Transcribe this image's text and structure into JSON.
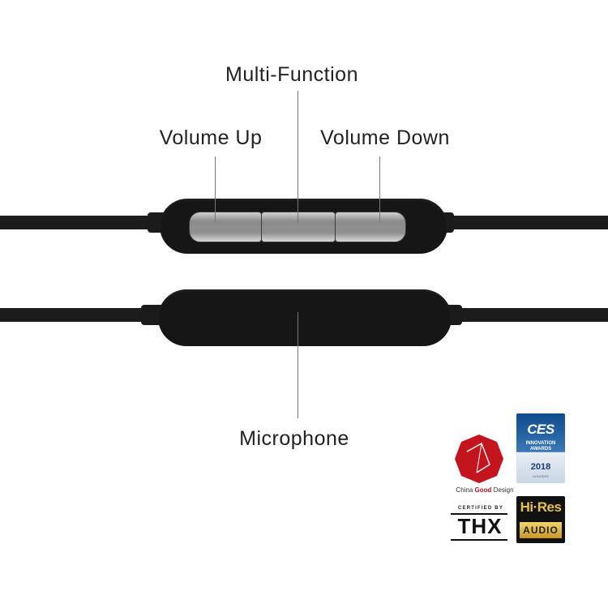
{
  "labels": {
    "multi_function": "Multi-Function",
    "volume_up": "Volume Up",
    "volume_down": "Volume Down",
    "microphone": "Microphone"
  },
  "badges": {
    "china_good_design": {
      "prefix": "China ",
      "highlight": "Good",
      "suffix": " Design"
    },
    "ces": {
      "logo": "CES",
      "line1": "INNOVATION",
      "line2": "AWARDS",
      "year": "2018",
      "foot": "HONOREE"
    },
    "thx": {
      "certified": "CERTIFIED BY",
      "logo": "THX"
    },
    "hires": {
      "top": "Hi·Res",
      "bottom": "AUDIO"
    }
  },
  "colors": {
    "cable": "#1c1c1c",
    "button_metal": "#8f8f8f",
    "cgd_red": "#c4141d",
    "ces_blue": "#0e4a8c",
    "hires_gold": "#e6c04a"
  }
}
